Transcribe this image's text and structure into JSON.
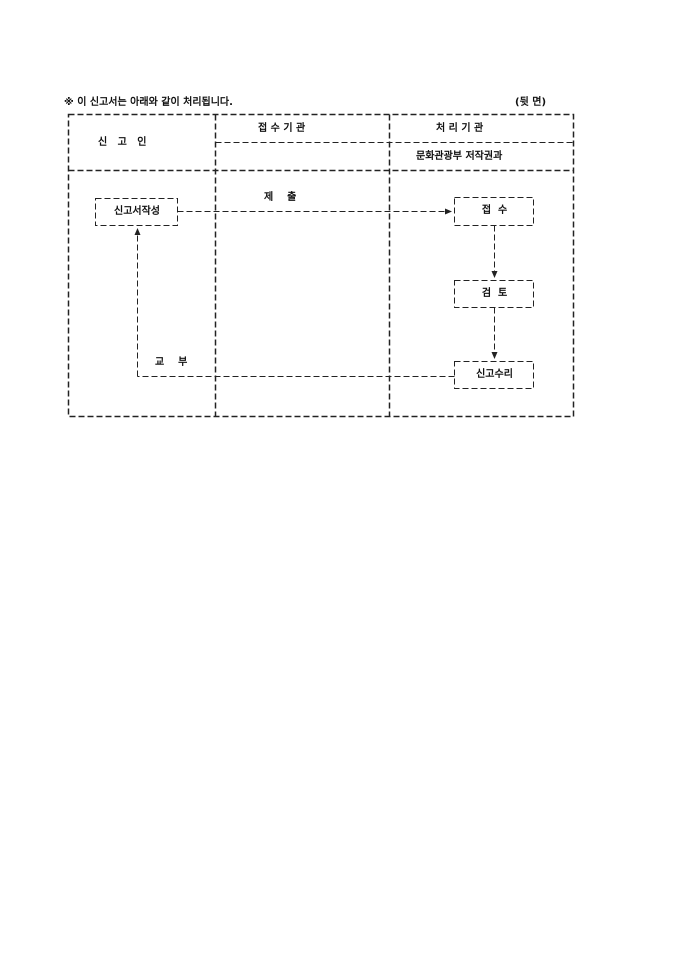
{
  "note": "※ 이 신고서는 아래와 같이 처리됩니다.",
  "page_side": "(뒷 면)",
  "header": {
    "col1": "신   고   인",
    "col2": "접 수 기 관",
    "col3": "처 리 기 관",
    "col3_sub": "문화관광부 저작권과"
  },
  "flow": {
    "step_write": "신고서작성",
    "step_receive": "접  수",
    "step_review": "검  토",
    "step_accept": "신고수리",
    "label_submit": "제    출",
    "label_deliver": "교    부"
  }
}
